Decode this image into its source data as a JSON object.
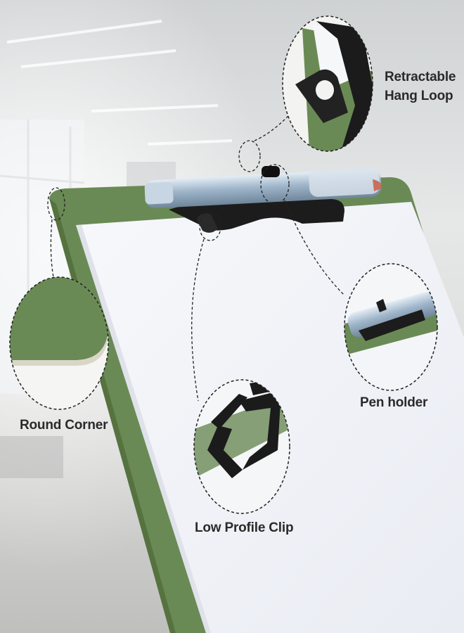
{
  "callouts": {
    "hang_loop": {
      "line1": "Retractable",
      "line2": "Hang Loop"
    },
    "round_corner": {
      "label": "Round Corner"
    },
    "pen_holder": {
      "label": "Pen holder"
    },
    "low_profile_clip": {
      "label": "Low Profile Clip"
    }
  },
  "colors": {
    "board_green": "#6a8a55",
    "paper": "#f1f3f8",
    "clip_black": "#1c1c1c",
    "callout_border": "#222222",
    "label_text": "#2a2a2a"
  }
}
